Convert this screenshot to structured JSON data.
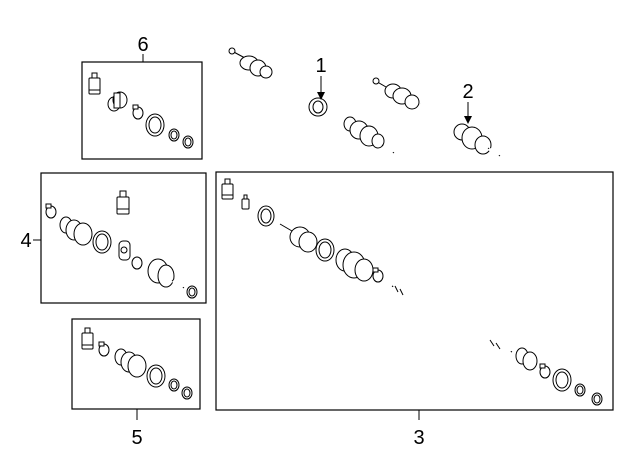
{
  "callouts": {
    "c1": "1",
    "c2": "2",
    "c3": "3",
    "c4": "4",
    "c5": "5",
    "c6": "6"
  },
  "colors": {
    "line": "#000000",
    "fill": "#ffffff",
    "background": "#ffffff"
  },
  "icons": [
    "axle-shaft-assembly-icon",
    "boot-icon",
    "clamp-icon",
    "snap-ring-icon",
    "grease-tube-icon",
    "cv-joint-icon"
  ]
}
